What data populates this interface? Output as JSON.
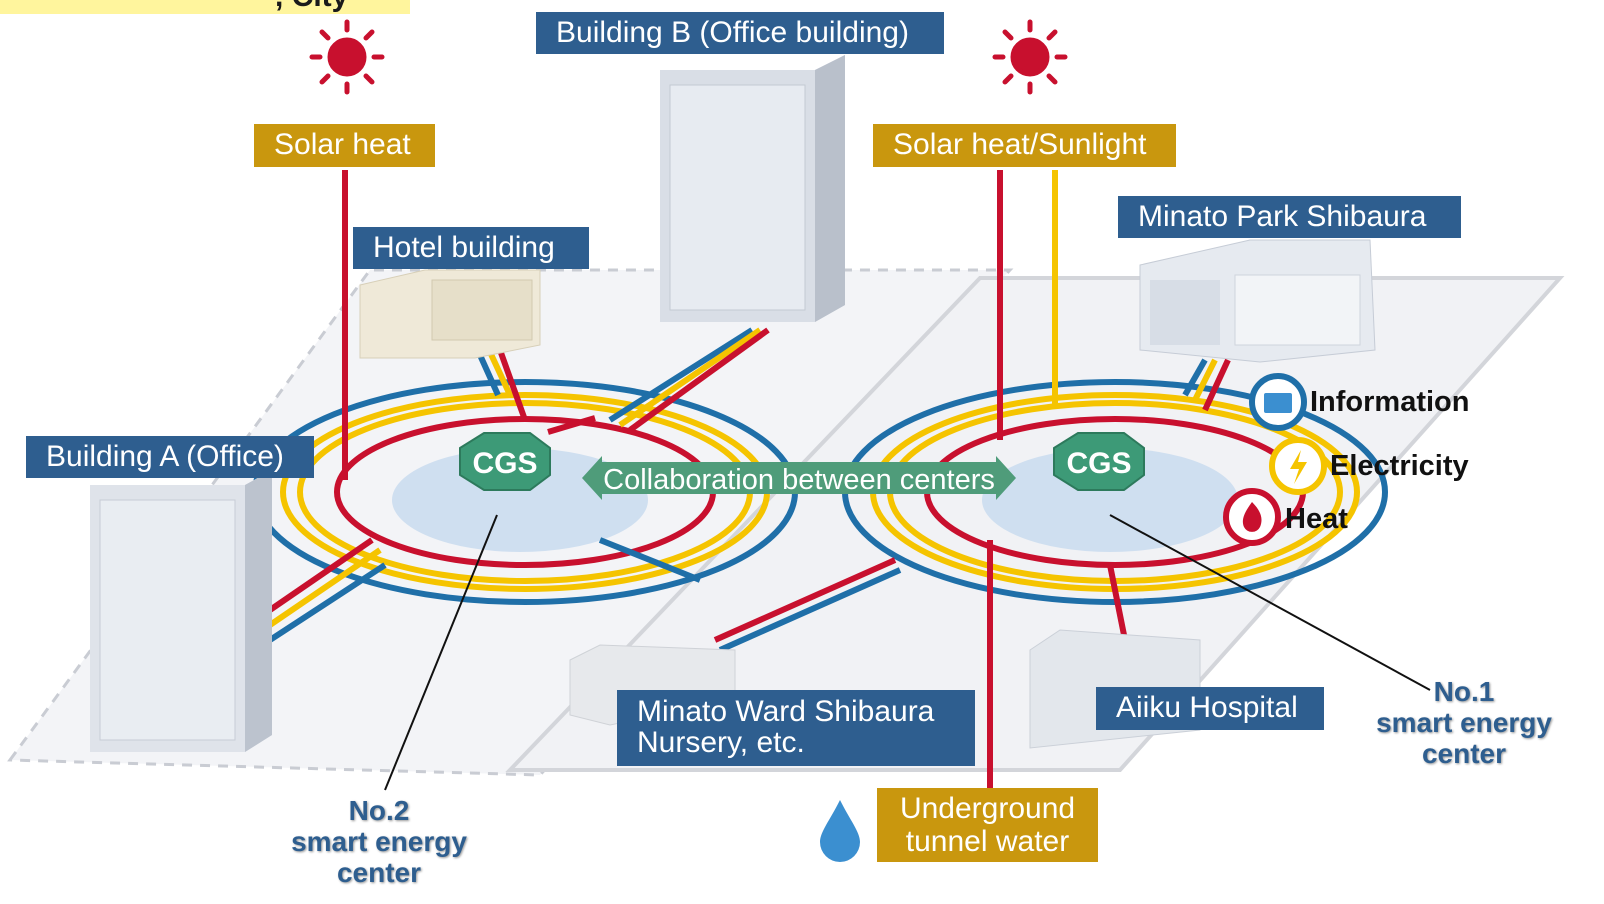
{
  "title_fragment": ", City",
  "buildings": {
    "building_b": "Building B (Office building)",
    "hotel": "Hotel building",
    "building_a": "Building A (Office)",
    "minato_park": "Minato Park Shibaura",
    "nursery_line1": "Minato Ward Shibaura",
    "nursery_line2": "Nursery, etc.",
    "hospital": "Aiiku Hospital"
  },
  "sources": {
    "solar_heat": "Solar heat",
    "solar_sunlight": "Solar heat/Sunlight",
    "tunnel_water_line1": "Underground",
    "tunnel_water_line2": "tunnel water"
  },
  "cgs_label": "CGS",
  "collaboration": "Collaboration between centers",
  "legend": {
    "information": "Information",
    "electricity": "Electricity",
    "heat": "Heat"
  },
  "centers": {
    "no1": [
      "No.1",
      "smart energy",
      "center"
    ],
    "no2": [
      "No.2",
      "smart energy",
      "center"
    ]
  },
  "colors": {
    "heat": "#c8102e",
    "electricity": "#f5c400",
    "information": "#1f6fa8",
    "label_blue": "#2e5e8f",
    "label_gold": "#c9970e",
    "cgs_green": "#3d9a77",
    "arrow_green": "#4f9c7a"
  }
}
